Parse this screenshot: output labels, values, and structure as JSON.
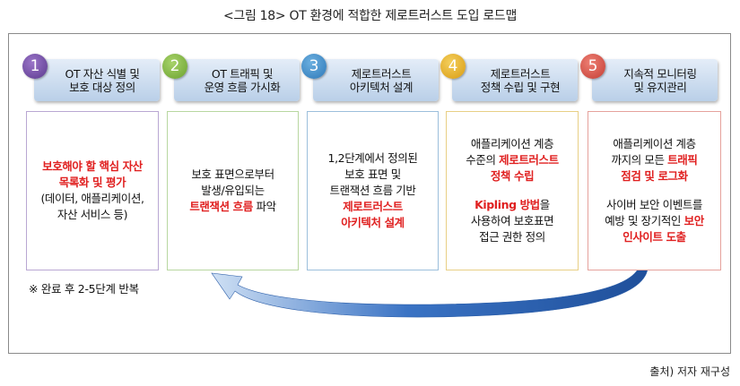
{
  "title": "<그림 18> OT 환경에 적합한 제로트러스트 도입 로드맵",
  "steps": [
    {
      "num": "1",
      "title_line1": "OT 자산 식별 및",
      "title_line2": "보호 대상 정의"
    },
    {
      "num": "2",
      "title_line1": "OT 트래픽 및",
      "title_line2": "운영 흐름 가시화"
    },
    {
      "num": "3",
      "title_line1": "제로트러스트",
      "title_line2": "아키텍처 설계"
    },
    {
      "num": "4",
      "title_line1": "제로트러스트",
      "title_line2": "정책 수립 및 구현"
    },
    {
      "num": "5",
      "title_line1": "지속적 모니터링",
      "title_line2": "및 유지관리"
    }
  ],
  "boxes": {
    "b1": {
      "red1": "보호해야 할 핵심 자산",
      "red2": "목록화 및 평가",
      "t1": "(데이터, 애플리케이션,",
      "t2": "자산 서비스 등)"
    },
    "b2": {
      "t1": "보호 표면으로부터",
      "t2": "발생/유입되는",
      "red": "트랜잭션 흐름",
      "t3": " 파악"
    },
    "b3": {
      "t1": "1,2단계에서 정의된",
      "t2": "보호 표면 및",
      "t3": "트랜잭션 흐름 기반",
      "red1": "제로트러스트",
      "red2": "아키텍처 설계"
    },
    "b4": {
      "t1": "애플리케이션 계층",
      "t2a": "수준의 ",
      "red1": "제로트러스트",
      "red2": "정책 수립",
      "red3": "Kipling 방법",
      "t3a": "을",
      "t4": "사용하여 보호표면",
      "t5": "접근 권한 정의"
    },
    "b5": {
      "t1": "애플리케이션 계층",
      "t2a": "까지의 모든 ",
      "red1": "트래픽",
      "red2": "점검 및 로그화",
      "t3": "사이버 보안 이벤트를",
      "t4a": "예방 및 장기적인 ",
      "red3": "보안",
      "red4": "인사이트 도출"
    }
  },
  "note": "※ 완료 후 2-5단계 반복",
  "source": "출처) 저자 재구성",
  "colors": {
    "accent_red": "#e02020",
    "arrow_blue": "#3a73c4",
    "header_blue": "#b9cfe8"
  }
}
